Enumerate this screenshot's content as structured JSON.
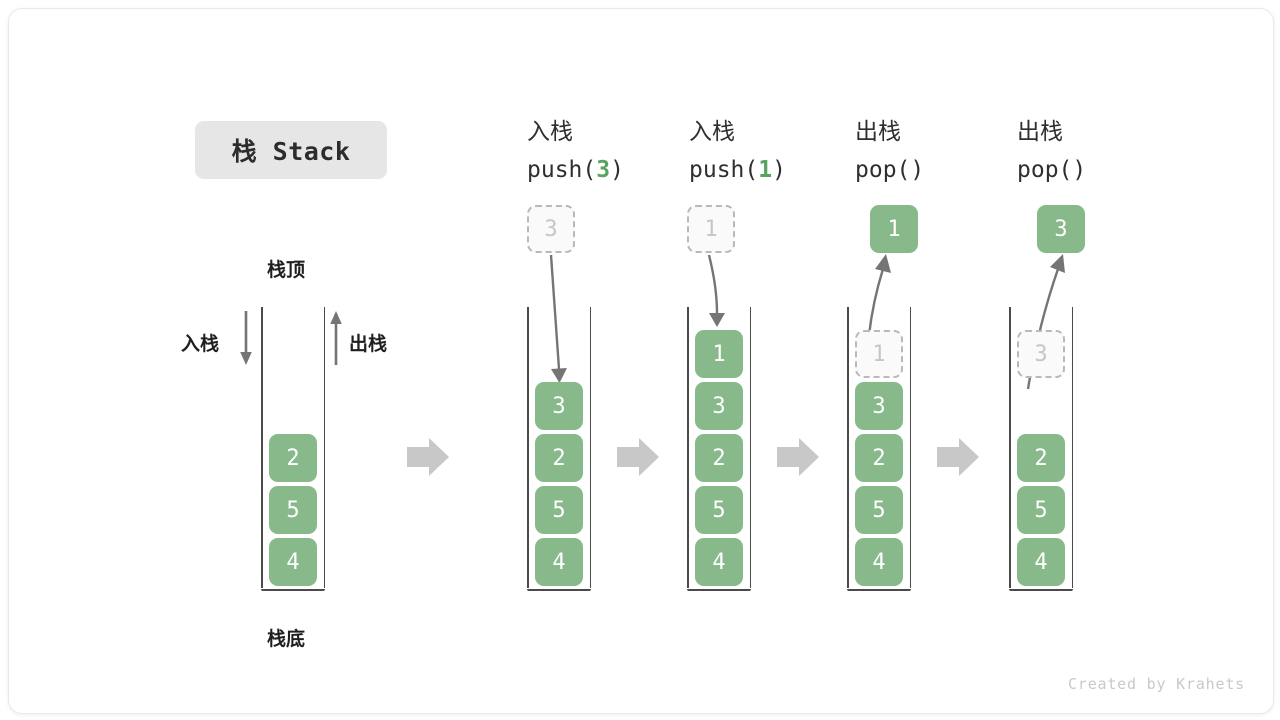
{
  "title": {
    "chip_label": "栈 Stack"
  },
  "first_stack": {
    "top_label": "栈顶",
    "bottom_label": "栈底",
    "push_label": "入栈",
    "pop_label": "出栈",
    "cells": [
      "4",
      "5",
      "2"
    ]
  },
  "steps": [
    {
      "id": "push-3",
      "head_line1": "入栈",
      "head_line2_pre": "push(",
      "head_line2_value": "3",
      "head_line2_post": ")",
      "float_box": {
        "value": "3",
        "style": "ghost"
      },
      "arrow": "down-into-stack",
      "cells": [
        "4",
        "5",
        "2",
        "3"
      ]
    },
    {
      "id": "push-1",
      "head_line1": "入栈",
      "head_line2_pre": "push(",
      "head_line2_value": "1",
      "head_line2_post": ")",
      "float_box": {
        "value": "1",
        "style": "ghost"
      },
      "arrow": "down-into-stack",
      "cells": [
        "4",
        "5",
        "2",
        "3",
        "1"
      ]
    },
    {
      "id": "pop-1",
      "head_line1": "出栈",
      "head_line2_pre": "pop(",
      "head_line2_value": "",
      "head_line2_post": ")",
      "float_box": {
        "value": "1",
        "style": "filled"
      },
      "arrow": "up-out-of-stack",
      "cells": [
        "4",
        "5",
        "2",
        "3",
        "1-ghost"
      ]
    },
    {
      "id": "pop-3",
      "head_line1": "出栈",
      "head_line2_pre": "pop(",
      "head_line2_value": "",
      "head_line2_post": ")",
      "float_box": {
        "value": "3",
        "style": "filled"
      },
      "arrow": "up-out-of-stack",
      "cells": [
        "4",
        "5",
        "2",
        "empty",
        "3-ghost"
      ]
    }
  ],
  "colors": {
    "accent_green": "#88b98b",
    "highlight_green": "#5aa35f",
    "ghost_gray": "#c6c6c6",
    "arrow_gray": "#757575",
    "flow_arrow_gray": "#c4c4c4",
    "chip_bg": "#e6e6e6"
  },
  "footer": {
    "credit": "Created by Krahets"
  }
}
